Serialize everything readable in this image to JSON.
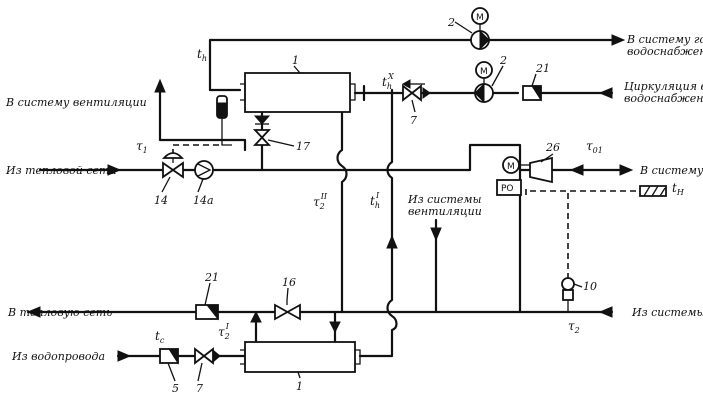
{
  "labels": {
    "to_city_water": "В систему гор",
    "to_city_water_2": "водоснабжения",
    "circulation": "Циркуляция в",
    "circulation_2": "водоснабжени",
    "to_ventilation": "В систему вентиляции",
    "from_heat_network": "Из тепловой сети",
    "to_system_right": "В систему о",
    "from_ventilation": "Из системы",
    "from_ventilation_2": "вентиляции",
    "to_heat_network": "В тепловую сеть",
    "from_system_right": "Из системы",
    "from_water_supply": "Из водопровода"
  },
  "symbols": {
    "t_h": "t",
    "t_h_sub": "h",
    "t_h_x": "t",
    "t_h_x_sub": "h",
    "t_h_x_sup": "X",
    "t_h_i": "t",
    "t_h_i_sub": "h",
    "t_h_i_sup": "I",
    "tau1": "τ",
    "tau1_sub": "1",
    "tau2_ii": "τ",
    "tau2_ii_sub": "2",
    "tau2_ii_sup": "II",
    "tau01": "τ",
    "tau01_sub": "01",
    "t_n": "t",
    "t_n_sub": "H",
    "t_c": "t",
    "t_c_sub": "c",
    "tau2_i": "τ",
    "tau2_i_sub": "2",
    "tau2_i_sup": "I",
    "tau2": "τ",
    "tau2_sub": "2"
  },
  "numbers": {
    "pump_top": "2",
    "pump_mid": "2",
    "hx_top": "1",
    "hx_bottom": "1",
    "meter_21_top": "21",
    "valve_7_top": "7",
    "valve_17": "17",
    "valve_14": "14",
    "pump_14a": "14a",
    "regulator_26": "26",
    "meter_21_bottom": "21",
    "valve_16": "16",
    "sensor_10": "10",
    "meter_5": "5",
    "valve_7_bottom": "7"
  },
  "device_text": {
    "motor": "M",
    "regulator": "PO"
  }
}
